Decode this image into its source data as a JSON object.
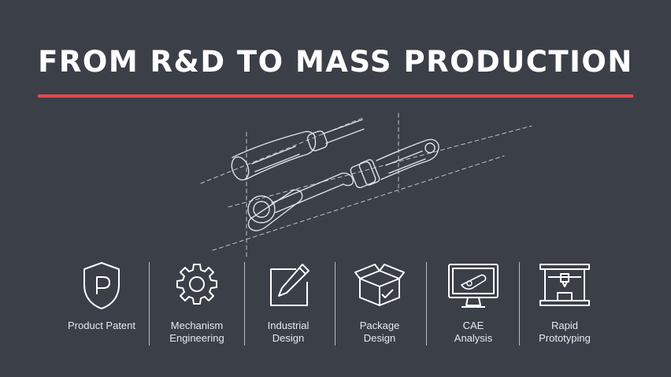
{
  "title": "FROM R&D TO MASS PRODUCTION",
  "colors": {
    "background": "#3a3f48",
    "accent": "#e5484d",
    "line": "#dfe2e6"
  },
  "steps": [
    {
      "label": "Product Patent",
      "icon": "shield-p-icon"
    },
    {
      "label": "Mechanism\nEngineering",
      "icon": "gear-icon"
    },
    {
      "label": "Industrial\nDesign",
      "icon": "pencil-frame-icon"
    },
    {
      "label": "Package\nDesign",
      "icon": "box-icon"
    },
    {
      "label": "CAE\nAnalysis",
      "icon": "monitor-icon"
    },
    {
      "label": "Rapid\nPrototyping",
      "icon": "printer-3d-icon"
    }
  ]
}
